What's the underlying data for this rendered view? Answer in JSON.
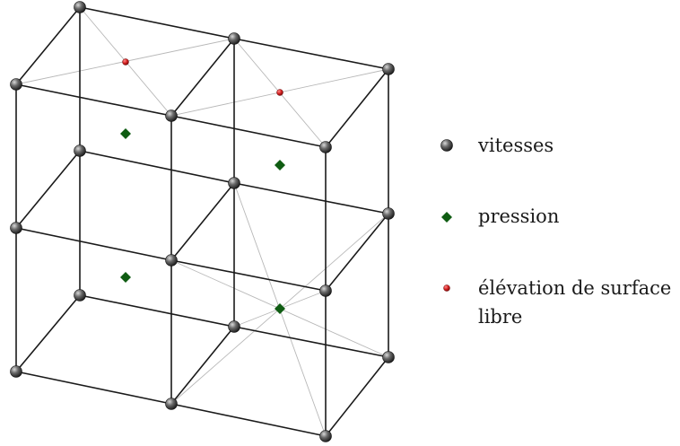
{
  "colors": {
    "background": "#ffffff",
    "edge": "#1a1a1a",
    "diagonal": "#b8b8b8",
    "velocity_node": "#4a4a4a",
    "pressure_node": "#0f5c12",
    "elevation_node": "#d42020"
  },
  "legend": {
    "items": [
      {
        "label": "vitesses",
        "marker": "velocity-node-icon"
      },
      {
        "label": "pression",
        "marker": "pressure-node-icon"
      },
      {
        "label": "élévation de surface",
        "label_line2": "libre",
        "marker": "elevation-node-icon"
      }
    ]
  }
}
